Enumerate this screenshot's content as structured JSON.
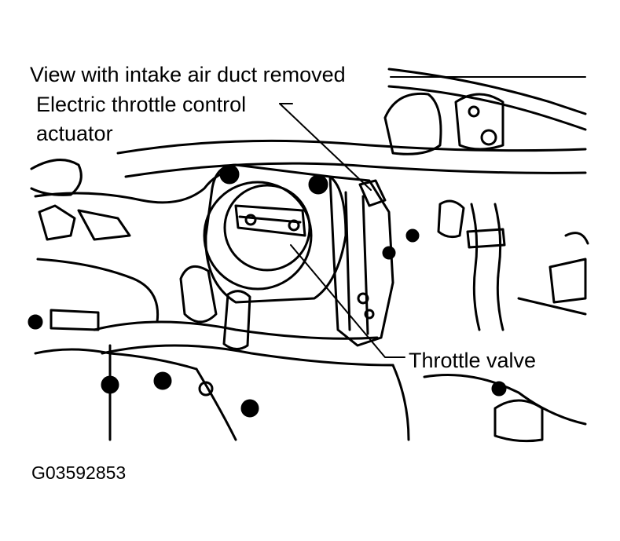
{
  "diagram": {
    "caption": "View with intake air duct removed",
    "labels": {
      "actuator_line1": "Electric throttle control",
      "actuator_line2": "actuator",
      "throttle_valve": "Throttle valve"
    },
    "figure_id": "G03592853"
  }
}
